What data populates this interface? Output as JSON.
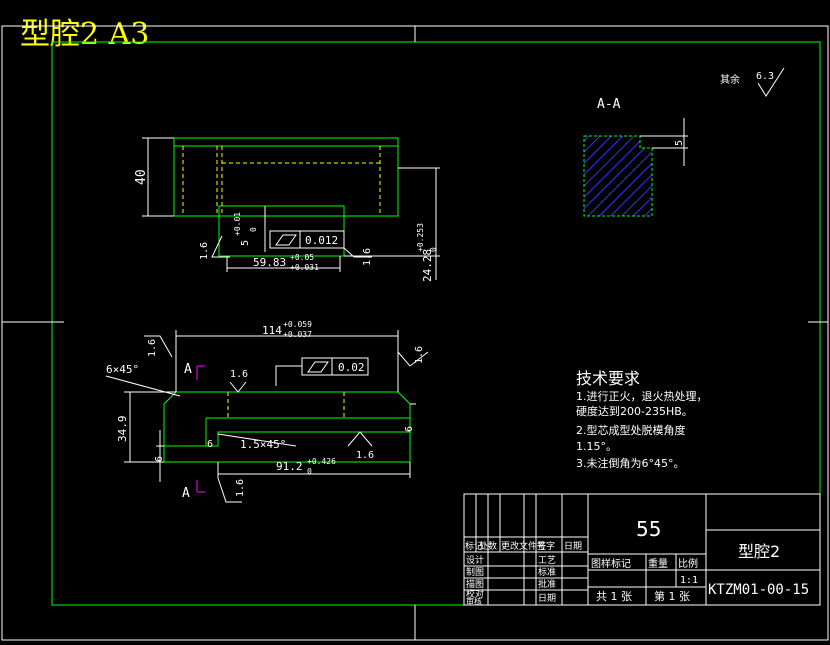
{
  "sheet": {
    "title": "型腔2 A3"
  },
  "roughness": {
    "prefix": "其余",
    "value": "6.3"
  },
  "section": {
    "label": "A-A",
    "depth": "5"
  },
  "top_view": {
    "height": "40",
    "small_offset": "5",
    "small_tol_upper": "+0.01",
    "small_tol_lower": "0",
    "tolerance_frame": "0.012",
    "width_value": "59.83",
    "width_tol_upper": "+0.05",
    "width_tol_lower": "+0.031",
    "depth_value": "24.28",
    "depth_tol_upper": "+0.253",
    "depth_tol_lower": "0",
    "roughness_left": "1.6",
    "roughness_right": "1.6"
  },
  "front_view": {
    "length_value": "114",
    "length_tol_upper": "+0.059",
    "length_tol_lower": "+0.037",
    "chamfer_left": "6×45°",
    "tolerance_frame": "0.02",
    "height": "34.9",
    "step": "6",
    "step_right": "6",
    "bottom_left": "6",
    "chamfer_inner": "1.5×45°",
    "inner_length_value": "91.2",
    "inner_length_tol_upper": "+0.426",
    "inner_length_tol_lower": "0",
    "section_marker_top": "A",
    "section_marker_bottom": "A",
    "roughness": [
      "1.6",
      "1.6",
      "1.6",
      "1.6",
      "1.6"
    ]
  },
  "tech_requirements": {
    "heading": "技术要求",
    "items": [
      "1.进行正火，退火热处理，",
      "   硬度达到200-235HB。",
      "2.型芯成型处脱模角度",
      "1.15°。",
      "3.未注倒角为6°45°。"
    ]
  },
  "title_block": {
    "part_name": "型腔2",
    "drawing_no": "KTZM01-00-15",
    "material": "55",
    "header_cells": [
      "标记",
      "处数",
      "更改文件号",
      "签字",
      "日期"
    ],
    "left_labels": [
      "设计",
      "制图",
      "描图",
      "校对",
      "审核"
    ],
    "mid_labels": [
      "工艺",
      "标准",
      "批准",
      "日期"
    ],
    "col_labels": [
      "图样标记",
      "重量",
      "比例"
    ],
    "scale": "1:1",
    "sheets_total": "共 1 张",
    "sheet_no": "第 1 张"
  },
  "colors": {
    "outline": "#00ff00",
    "text": "#ffffff",
    "hatch": "#3333ff",
    "marker": "#ff00ff",
    "title": "#ffff00"
  }
}
